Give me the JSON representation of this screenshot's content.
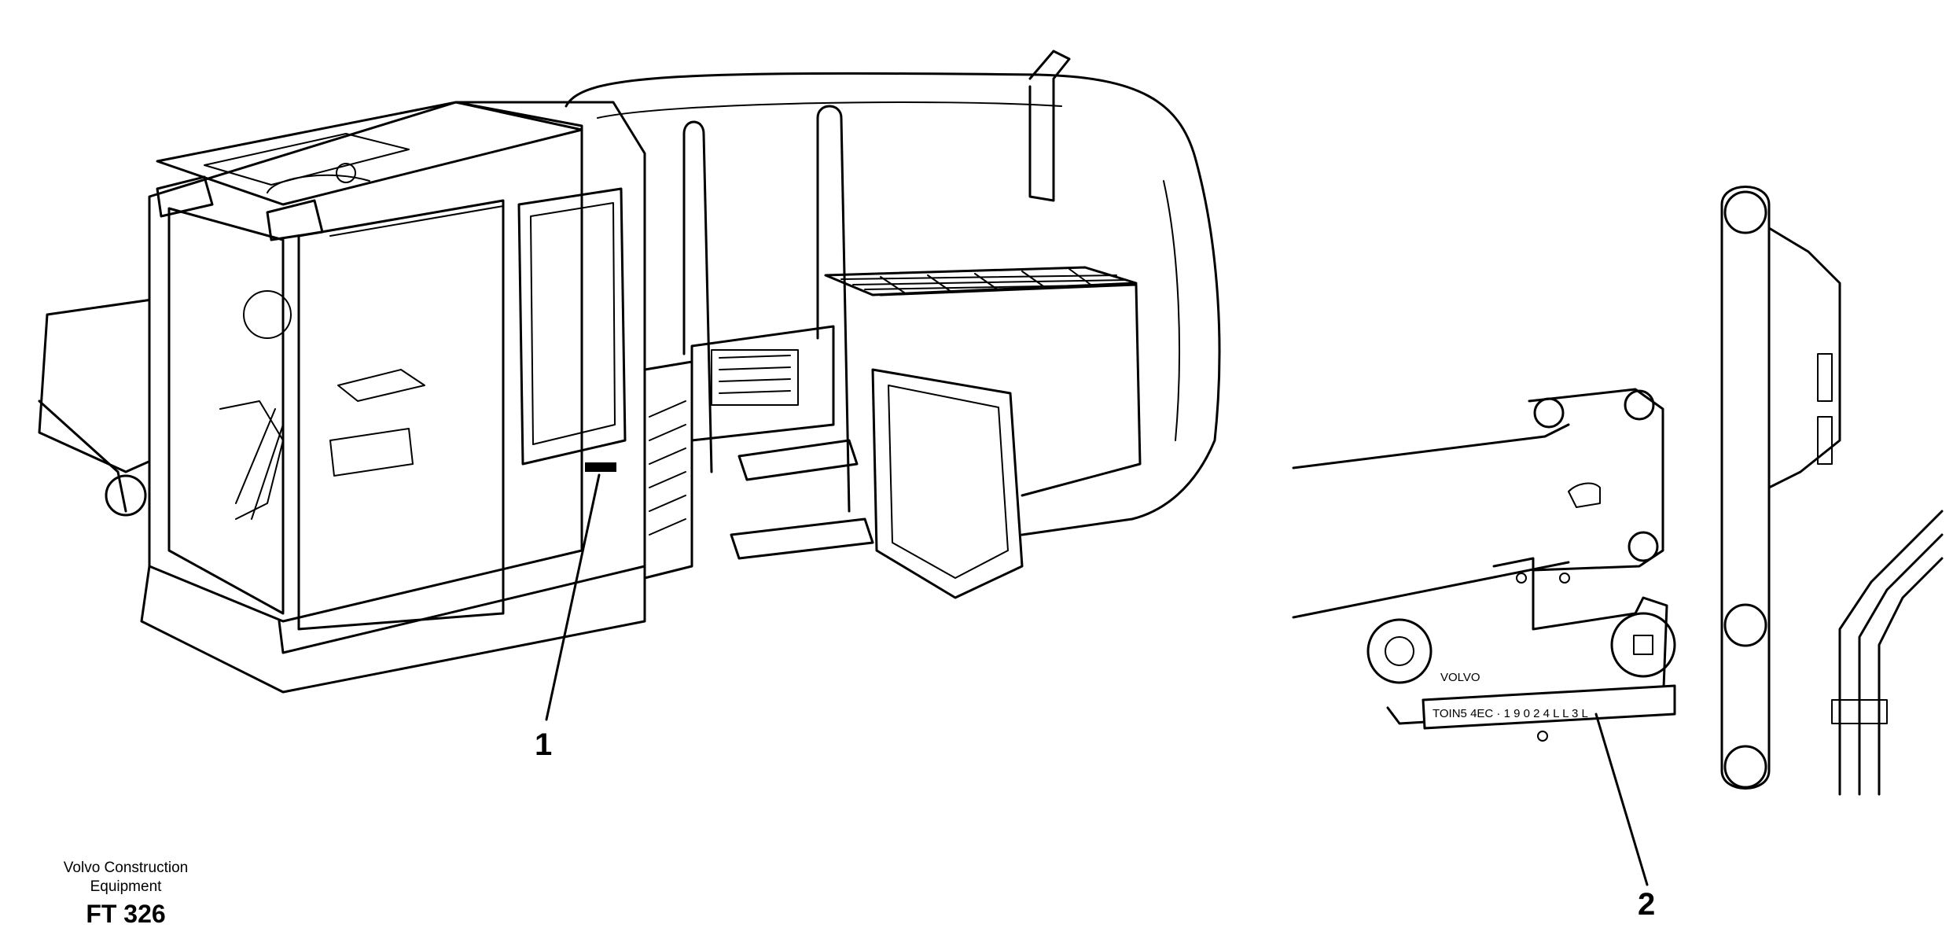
{
  "callouts": {
    "item1": "1",
    "item2": "2"
  },
  "credit": {
    "line1": "Volvo Construction",
    "line2": "Equipment",
    "code": "FT 326"
  },
  "plate": {
    "brand": "VOLVO",
    "serial": "TOIN5 4EC · 1 9 0     2 4 L L 3 L"
  }
}
